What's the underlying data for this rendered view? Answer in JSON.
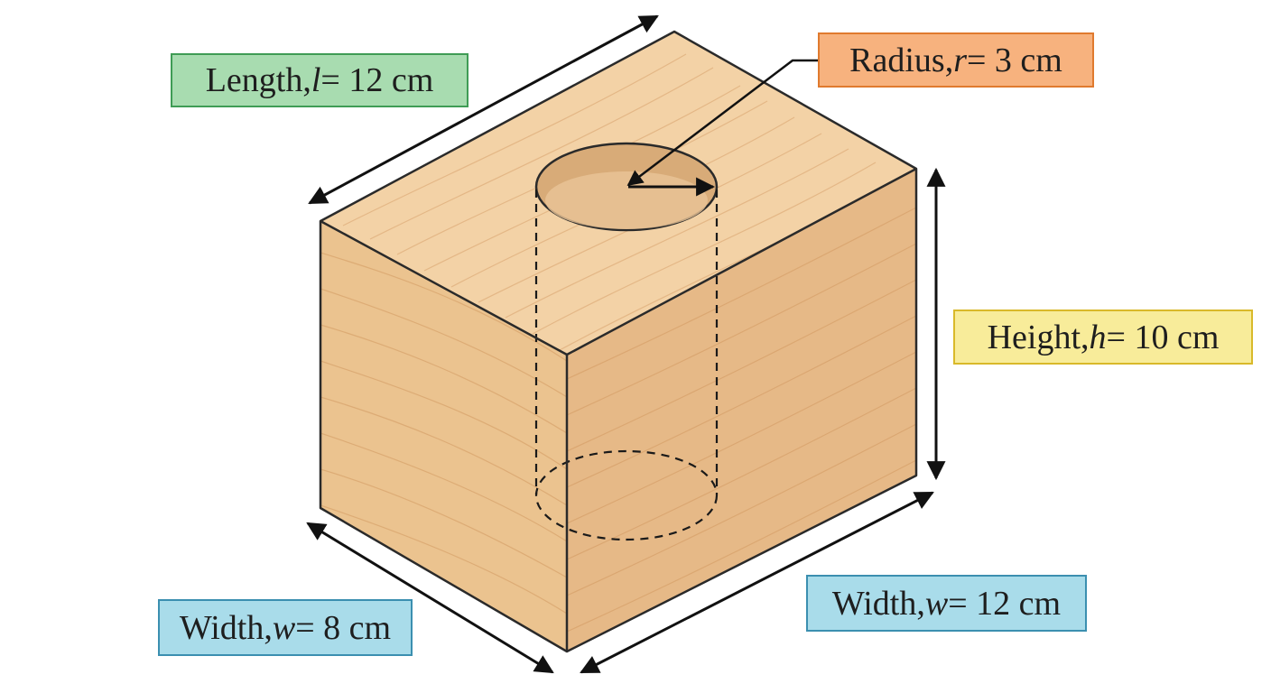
{
  "colors": {
    "length_fill": "#a8dcb0",
    "length_border": "#3f9c55",
    "radius_fill": "#f7b27e",
    "radius_border": "#e07a2e",
    "height_fill": "#f8ec9a",
    "height_border": "#d9b92a",
    "width_fill": "#a9dcea",
    "width_border": "#3b8fb0",
    "wood_top": "#f3d2a6",
    "wood_left": "#ebc38f",
    "wood_right": "#e6b987",
    "grain": "#d7a16c",
    "outline": "#2a2a2a"
  },
  "labels": {
    "length": {
      "prefix": "Length, ",
      "var": "l",
      "value": " = 12 cm"
    },
    "radius": {
      "prefix": "Radius, ",
      "var": "r",
      "value": " = 3 cm"
    },
    "height": {
      "prefix": "Height, ",
      "var": "h",
      "value": " = 10 cm"
    },
    "width_front": {
      "prefix": "Width, ",
      "var": "w",
      "value": " = 8 cm"
    },
    "width_side": {
      "prefix": "Width, ",
      "var": "w",
      "value": " = 12 cm"
    }
  }
}
